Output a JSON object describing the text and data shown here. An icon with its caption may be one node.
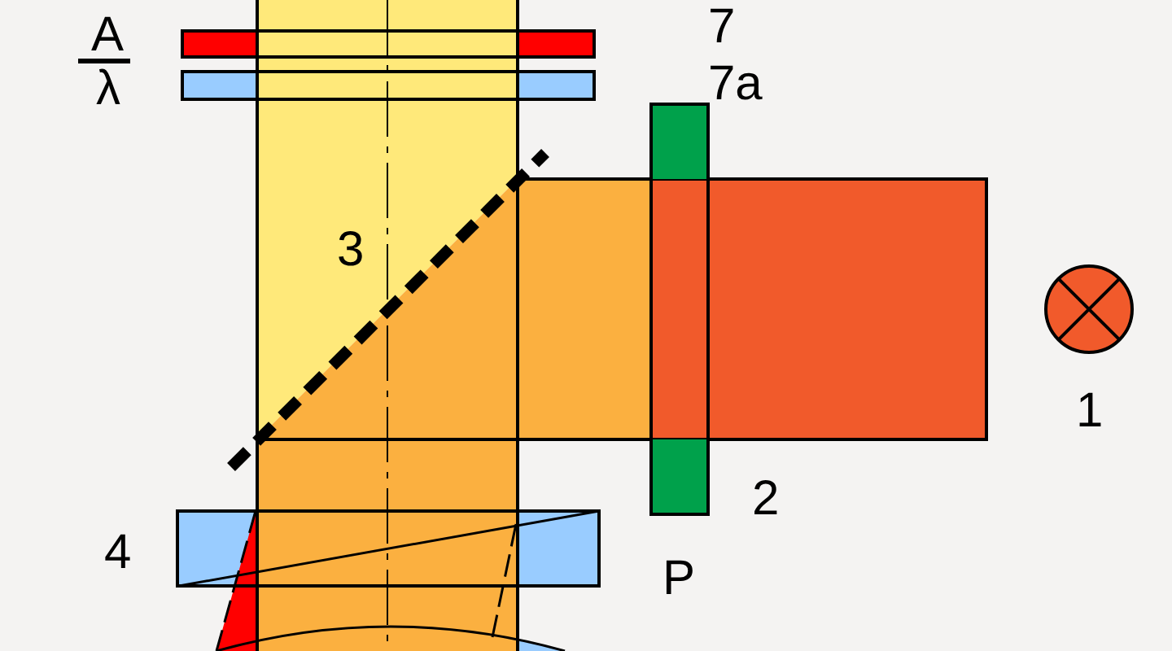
{
  "diagram": {
    "labels": [
      "A",
      "λ",
      "7",
      "7a",
      "3",
      "1",
      "2",
      "4",
      "P"
    ]
  }
}
